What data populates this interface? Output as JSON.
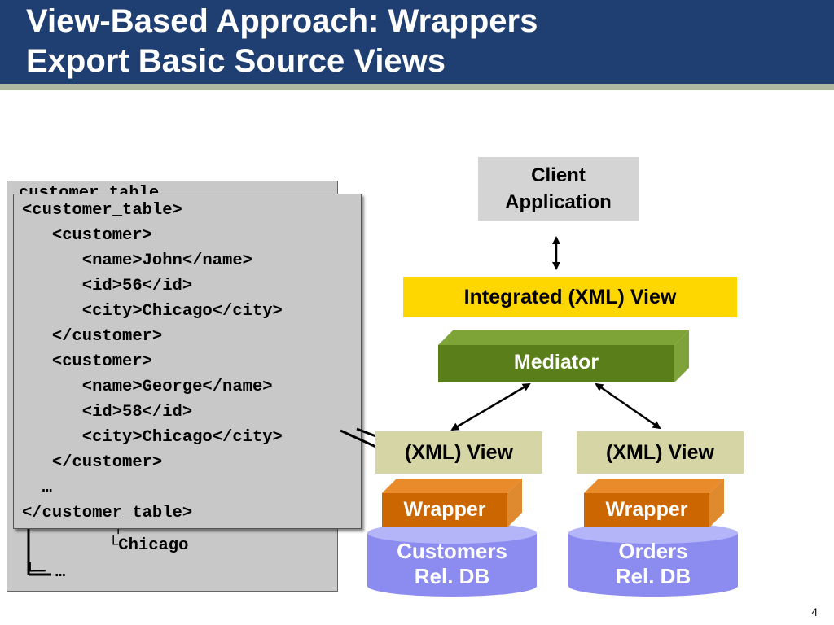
{
  "title": {
    "line1": "View-Based Approach: Wrappers",
    "line2": "Export Basic Source Views"
  },
  "tree_box": {
    "partial_top_text": "customer_table",
    "partial_line": "│",
    "line_city": "└Chicago",
    "line_end": "└─ …"
  },
  "xml_box": {
    "lines": [
      "<customer_table>",
      "   <customer>",
      "      <name>John</name>",
      "      <id>56</id>",
      "      <city>Chicago</city>",
      "   </customer>",
      "   <customer>",
      "      <name>George</name>",
      "      <id>58</id>",
      "      <city>Chicago</city>",
      "   </customer>",
      "  …",
      "</customer_table>"
    ]
  },
  "diagram": {
    "client": {
      "line1": "Client",
      "line2": "Application"
    },
    "integrated_view": "Integrated (XML) View",
    "mediator": "Mediator",
    "left_view": "(XML) View",
    "right_view": "(XML) View",
    "left_wrapper": "Wrapper",
    "right_wrapper": "Wrapper",
    "left_db": {
      "line1": "Customers",
      "line2": "Rel. DB"
    },
    "right_db": {
      "line1": "Orders",
      "line2": "Rel. DB"
    }
  },
  "colors": {
    "title_bg": "#1f3e72",
    "integrated_view": "#ffd700",
    "mediator": "#5a7f1a",
    "wrapper": "#cc6600",
    "database": "#8c8cf0",
    "xml_view": "#d5d5a6",
    "client": "#d4d4d4"
  },
  "slide_number": "4"
}
